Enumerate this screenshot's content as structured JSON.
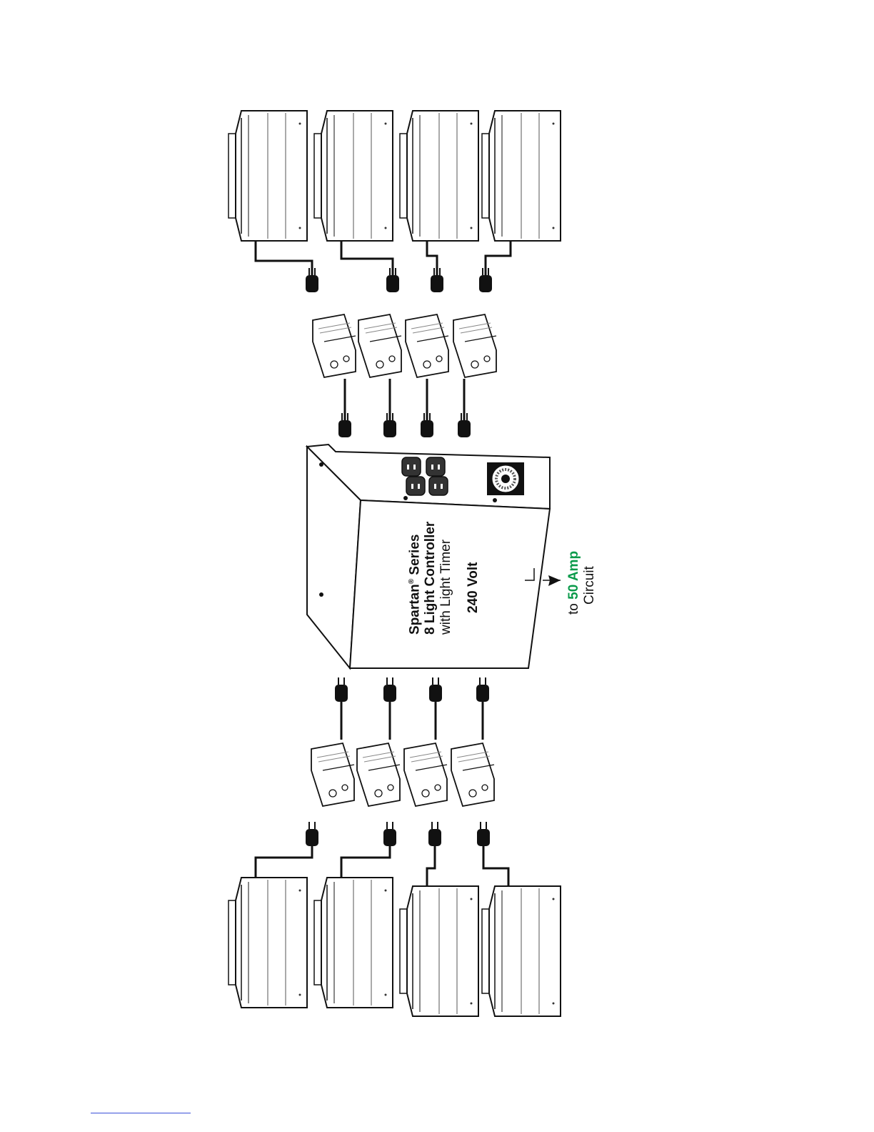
{
  "controller": {
    "brand": "Spartan",
    "reg": "®",
    "series": " Series",
    "model": "8 Light Controller",
    "feature": "with Light Timer",
    "voltage": "240 Volt"
  },
  "circuit": {
    "prefix": "to ",
    "amp": "50 Amp",
    "suffix": "Circuit"
  },
  "colors": {
    "line": "#111111",
    "accent_green": "#0a9a4a",
    "footer_rule": "#3b4fd8"
  },
  "counts": {
    "reflectors_per_side": 4,
    "ballasts_per_side": 4,
    "controller_outlets": 4
  },
  "icons": [
    "reflector-icon",
    "ballast-icon",
    "plug-icon",
    "outlet-icon",
    "timer-dial-icon",
    "arrow-icon"
  ]
}
